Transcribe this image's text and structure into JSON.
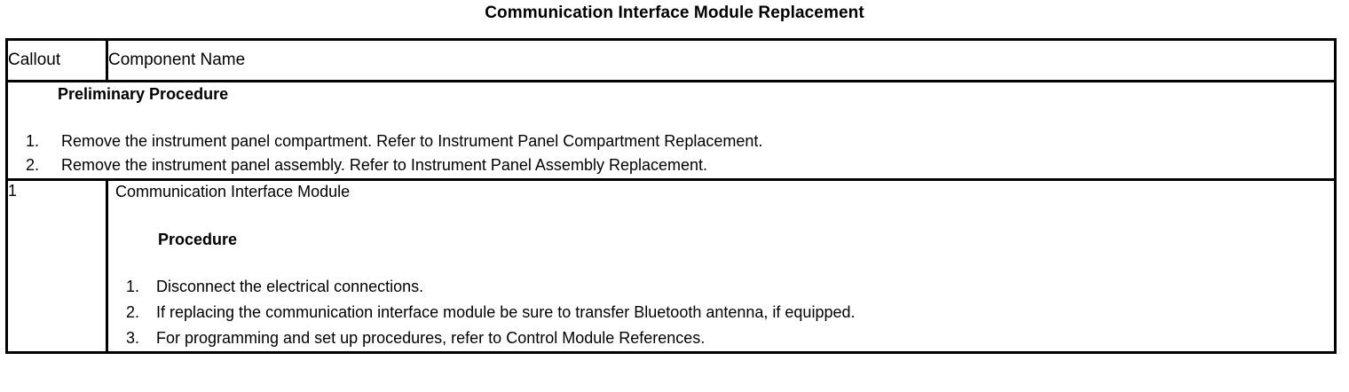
{
  "document": {
    "title": "Communication Interface Module Replacement"
  },
  "table": {
    "headers": {
      "callout": "Callout",
      "component_name": "Component Name"
    },
    "preliminary": {
      "heading": "Preliminary Procedure",
      "steps": [
        {
          "number": "1.",
          "text": "Remove the instrument panel compartment. Refer to Instrument Panel Compartment Replacement."
        },
        {
          "number": "2.",
          "text": "Remove the instrument panel assembly. Refer to Instrument Panel Assembly Replacement."
        }
      ]
    },
    "rows": [
      {
        "callout": "1",
        "component_name": "Communication Interface Module",
        "procedure_heading": "Procedure",
        "steps": [
          {
            "number": "1.",
            "text": "Disconnect the electrical connections."
          },
          {
            "number": "2.",
            "text": "If replacing the communication interface module be sure to transfer Bluetooth antenna, if equipped."
          },
          {
            "number": "3.",
            "text": "For programming and set up procedures, refer to Control Module References."
          }
        ]
      }
    ]
  },
  "colors": {
    "background": "#ffffff",
    "text": "#000000",
    "border": "#000000"
  }
}
